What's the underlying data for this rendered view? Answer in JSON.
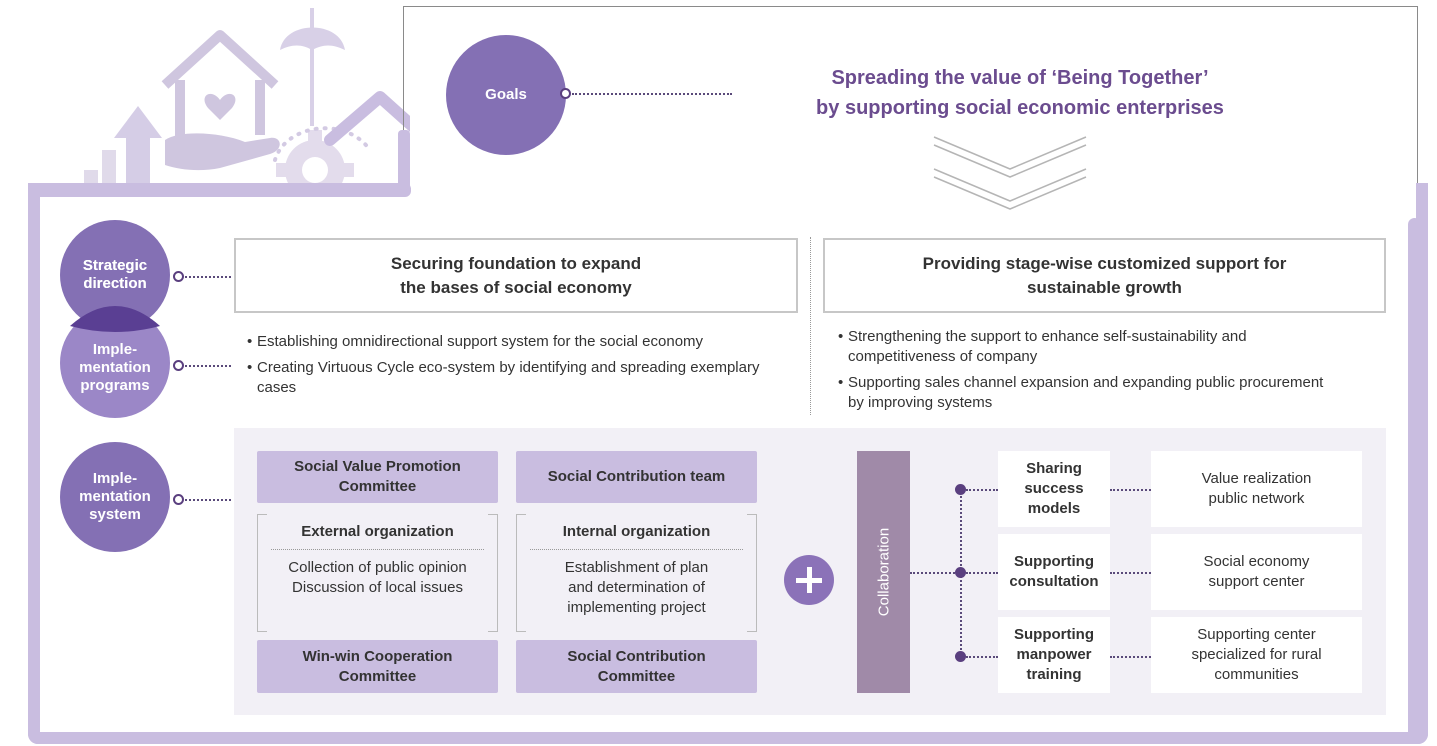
{
  "goals": {
    "label": "Goals",
    "text_line1": "Spreading the value of ‘Being Together’",
    "text_line2": "by supporting social economic enterprises"
  },
  "strategic_direction": {
    "label_line1": "Strategic",
    "label_line2": "direction",
    "left_line1": "Securing foundation to expand",
    "left_line2": "the bases of social economy",
    "right_line1": "Providing stage-wise customized support for",
    "right_line2": "sustainable growth"
  },
  "implementation_programs": {
    "label_line1": "Imple-",
    "label_line2": "mentation",
    "label_line3": "programs",
    "left_items": [
      "Establishing omnidirectional support system for the social economy",
      "Creating Virtuous Cycle eco-system by identifying and spreading exemplary cases"
    ],
    "right_items": [
      "Strengthening the support to enhance self-sustainability and competitiveness of company",
      "Supporting sales channel expansion and expanding public procurement by improving systems"
    ]
  },
  "implementation_system": {
    "label_line1": "Imple-",
    "label_line2": "mentation",
    "label_line3": "system",
    "social_value_committee_line1": "Social Value Promotion",
    "social_value_committee_line2": "Committee",
    "social_contribution_team": "Social Contribution team",
    "external_org": {
      "title": "External organization",
      "line1": "Collection of public opinion",
      "line2": "Discussion of local issues"
    },
    "internal_org": {
      "title": "Internal organization",
      "line1": "Establishment of plan",
      "line2": "and determination of",
      "line3": "implementing project"
    },
    "winwin_committee_line1": "Win-win Cooperation",
    "winwin_committee_line2": "Committee",
    "social_contribution_committee_line1": "Social Contribution",
    "social_contribution_committee_line2": "Committee",
    "collaboration": "Collaboration",
    "rows": [
      {
        "activity": [
          "Sharing",
          "success",
          "models"
        ],
        "partner": [
          "Value realization",
          "public network"
        ]
      },
      {
        "activity": [
          "Supporting",
          "consultation"
        ],
        "partner": [
          "Social economy",
          "support center"
        ]
      },
      {
        "activity": [
          "Supporting",
          "manpower",
          "training"
        ],
        "partner": [
          "Supporting center",
          "specialized for rural",
          "communities"
        ]
      }
    ]
  },
  "colors": {
    "circle": "#8470b4",
    "frame": "#c9bde0",
    "title_text": "#6b4c8f",
    "collaboration_bar": "#a08aa8",
    "panel_bg": "#f2f0f6"
  },
  "icons": [
    "house-hand-icon",
    "umbrella-icon",
    "gear-icon",
    "growth-bars-icon",
    "up-arrow-icon",
    "chevron-down-icon"
  ]
}
